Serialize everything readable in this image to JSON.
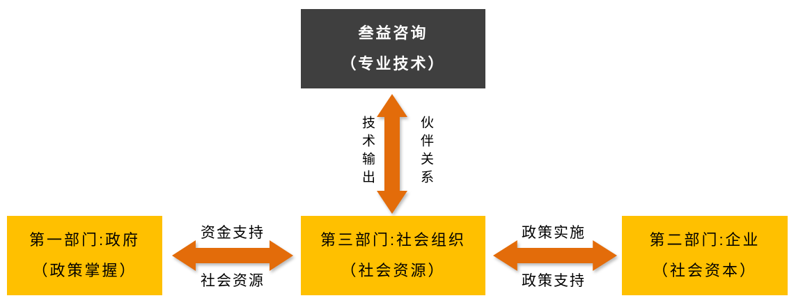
{
  "colors": {
    "canvas_bg": "#FFFFFF",
    "top_box_bg": "#3F3F3F",
    "top_box_text": "#FFFFFF",
    "sector_box_bg": "#FFC000",
    "sector_box_text": "#000000",
    "arrow": "#E36C0A"
  },
  "top_box": {
    "line1": "叁益咨询",
    "line2": "（专业技术）"
  },
  "vertical_link": {
    "left_label": "技术输出",
    "right_label": "伙伴关系"
  },
  "left_link": {
    "top_label": "资金支持",
    "bottom_label": "社会资源"
  },
  "right_link": {
    "top_label": "政策实施",
    "bottom_label": "政策支持"
  },
  "sector_boxes": {
    "left": {
      "line1": "第一部门:政府",
      "line2": "（政策掌握）"
    },
    "center": {
      "line1": "第三部门:社会组织",
      "line2": "（社会资源）"
    },
    "right": {
      "line1": "第二部门:企业",
      "line2": "（社会资本）"
    }
  }
}
